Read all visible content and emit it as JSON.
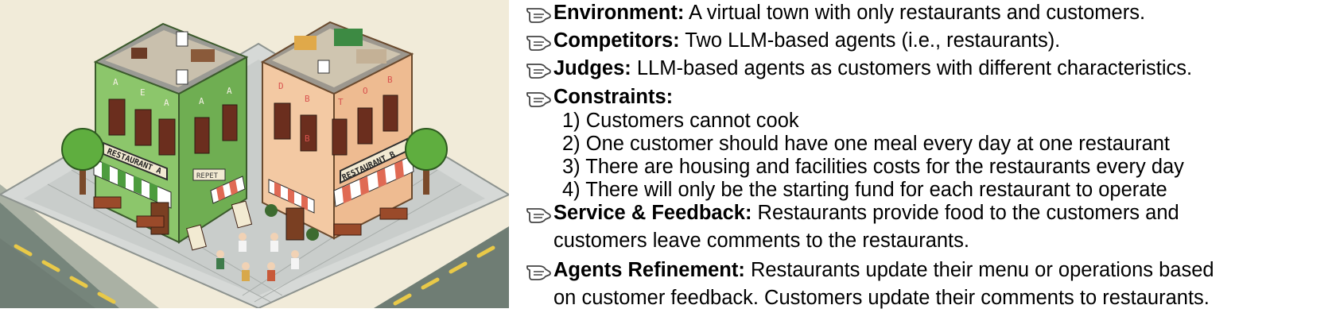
{
  "illustration": {
    "sign_a": "RESTAURANT A",
    "sign_b": "RESTAURANT B",
    "small_sign": "REPET",
    "letters_a": [
      "A",
      "E",
      "A",
      "A",
      "A"
    ],
    "letters_b": [
      "D",
      "B",
      "T",
      "O",
      "B",
      "B"
    ]
  },
  "items": [
    {
      "term": "Environment:",
      "text": " A virtual town with only restaurants and customers."
    },
    {
      "term": "Competitors:",
      "text": " Two LLM-based agents (i.e., restaurants)."
    },
    {
      "term": "Judges:",
      "text": " LLM-based agents as customers with different characteristics."
    },
    {
      "term": "Constraints:",
      "text": ""
    },
    {
      "term": "Service & Feedback:",
      "text": " Restaurants provide food to the customers and",
      "cont": "customers leave comments to the restaurants."
    },
    {
      "term": "Agents Refinement:",
      "text": " Restaurants update their menu or operations based",
      "cont": "on customer feedback. Customers update their comments to restaurants."
    }
  ],
  "constraints": [
    "1) Customers cannot cook",
    "2) One customer should have one meal every day at one restaurant",
    "3) There are housing and facilities costs for the restaurants every day",
    "4) There will only be the starting fund for each restaurant to operate"
  ]
}
